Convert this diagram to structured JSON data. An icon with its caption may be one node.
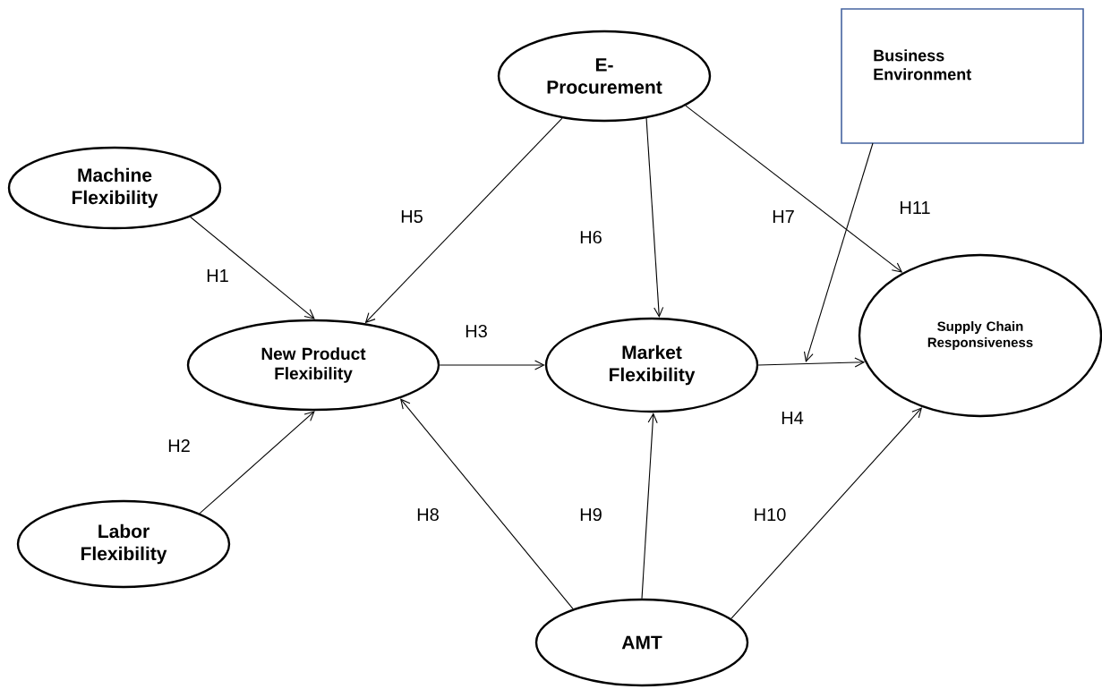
{
  "diagram": {
    "nodes": [
      {
        "text": [
          "E- Procurement"
        ]
      },
      {
        "text": [
          "Business Environment"
        ]
      },
      {
        "text": [
          "Machine Flexibility"
        ]
      },
      {
        "text": [
          "New Product Flexibility"
        ]
      },
      {
        "text": [
          "Market Flexibility"
        ]
      },
      {
        "text": [
          "Supply Chain Responsiveness"
        ]
      },
      {
        "text": [
          "Labor Flexibility"
        ]
      },
      {
        "text": [
          "AMT"
        ]
      }
    ],
    "edges": [
      {
        "from": 2,
        "to": 3,
        "arrow": "to",
        "label": "H1"
      },
      {
        "from": 6,
        "to": 3,
        "arrow": "to",
        "label": "H2"
      },
      {
        "from": 3,
        "to": 4,
        "arrow": "to",
        "label": "H3"
      },
      {
        "from": 4,
        "to": 5,
        "arrow": "to",
        "label": "H4"
      },
      {
        "from": 0,
        "to": 3,
        "arrow": "to",
        "label": "H5"
      },
      {
        "from": 0,
        "to": 4,
        "arrow": "to",
        "label": "H6"
      },
      {
        "from": 0,
        "to": 5,
        "arrow": "to",
        "label": "H7"
      },
      {
        "from": 7,
        "to": 3,
        "arrow": "to",
        "label": "H8"
      },
      {
        "from": 7,
        "to": 4,
        "arrow": "to",
        "label": "H9"
      },
      {
        "from": 7,
        "to": 5,
        "arrow": "to",
        "label": "H10"
      },
      {
        "from": 1,
        "to": null,
        "arrow": "to",
        "label": "H11"
      }
    ]
  }
}
